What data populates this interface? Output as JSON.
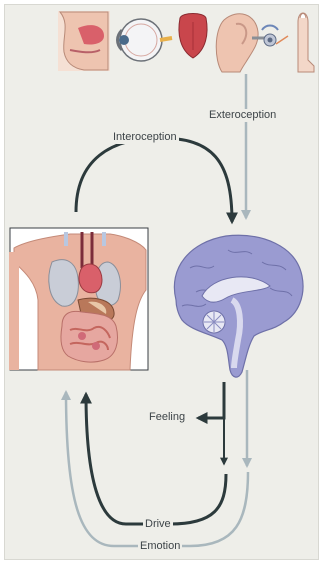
{
  "labels": {
    "interoception": "Interoception",
    "exteroception": "Exteroception",
    "feeling": "Feeling",
    "drive": "Drive",
    "emotion": "Emotion"
  },
  "colors": {
    "panel_bg": "#eeeee9",
    "dark_arrow": "#2c3a3c",
    "light_arrow": "#a9b7bd",
    "brain": "#9a9bd1",
    "skin": "#e9b3a0",
    "lungs": "#c9cdd7",
    "intestine": "#d98a83"
  },
  "sense_icons": [
    "nose-icon",
    "eye-icon",
    "tongue-icon",
    "ear-icon",
    "finger-icon"
  ]
}
